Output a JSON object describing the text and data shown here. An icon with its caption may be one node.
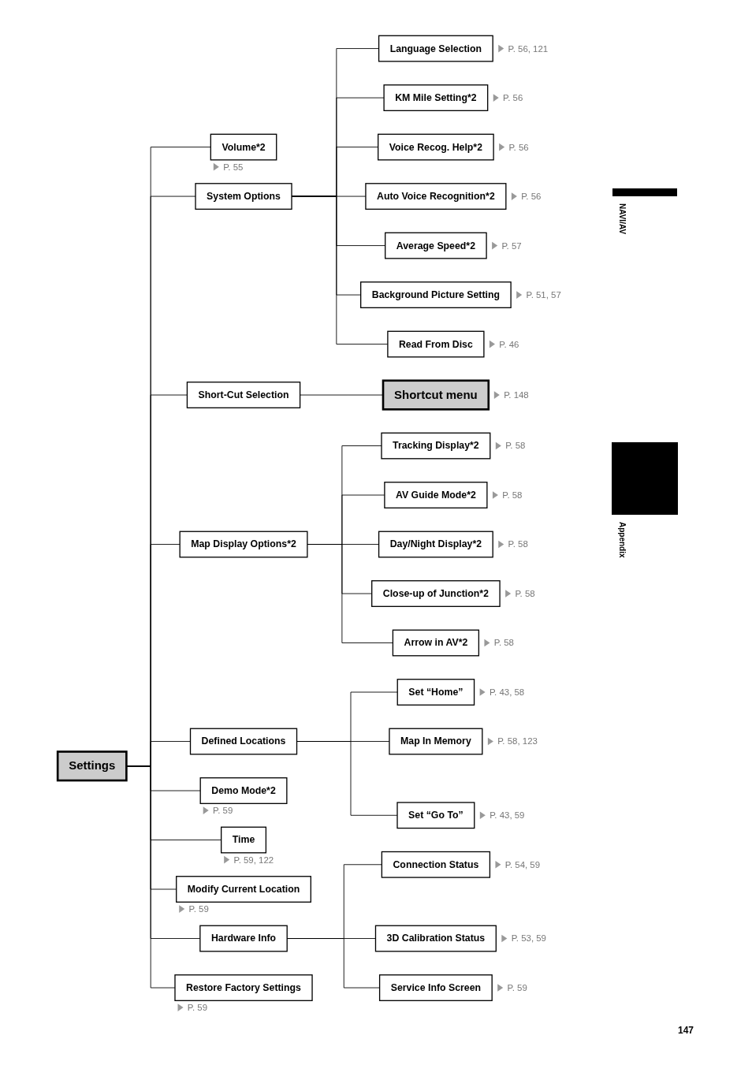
{
  "diagram": {
    "nodes": [
      {
        "text": [
          "Settings"
        ]
      },
      {
        "text": [
          "Volume*2"
        ],
        "beside": [
          "P. 55"
        ]
      },
      {
        "text": [
          "System Options"
        ]
      },
      {
        "text": [
          "Short-Cut Selection"
        ]
      },
      {
        "text": [
          "Map Display Options*2"
        ]
      },
      {
        "text": [
          "Defined Locations"
        ]
      },
      {
        "text": [
          "Demo Mode*2"
        ],
        "beside": [
          "P. 59"
        ]
      },
      {
        "text": [
          "Time"
        ],
        "beside": [
          "P. 59, 122"
        ]
      },
      {
        "text": [
          "Modify Current Location"
        ],
        "beside": [
          "P. 59"
        ]
      },
      {
        "text": [
          "Hardware Info"
        ]
      },
      {
        "text": [
          "Restore Factory Settings"
        ],
        "beside": [
          "P. 59"
        ]
      },
      {
        "text": [
          "Language Selection"
        ],
        "beside": [
          "P. 56, 121"
        ]
      },
      {
        "text": [
          "KM Mile Setting*2"
        ],
        "beside": [
          "P. 56"
        ]
      },
      {
        "text": [
          "Voice Recog. Help*2"
        ],
        "beside": [
          "P. 56"
        ]
      },
      {
        "text": [
          "Auto Voice Recognition*2"
        ],
        "beside": [
          "P. 56"
        ]
      },
      {
        "text": [
          "Average Speed*2"
        ],
        "beside": [
          "P. 57"
        ]
      },
      {
        "text": [
          "Background Picture Setting"
        ],
        "beside": [
          "P. 51, 57"
        ]
      },
      {
        "text": [
          "Read From Disc"
        ],
        "beside": [
          "P. 46"
        ]
      },
      {
        "text": [
          "Shortcut menu"
        ],
        "beside": [
          "P. 148"
        ]
      },
      {
        "text": [
          "Tracking Display*2"
        ],
        "beside": [
          "P. 58"
        ]
      },
      {
        "text": [
          "AV Guide Mode*2"
        ],
        "beside": [
          "P. 58"
        ]
      },
      {
        "text": [
          "Day/Night Display*2"
        ],
        "beside": [
          "P. 58"
        ]
      },
      {
        "text": [
          "Close-up of Junction*2"
        ],
        "beside": [
          "P. 58"
        ]
      },
      {
        "text": [
          "Arrow in AV*2"
        ],
        "beside": [
          "P. 58"
        ]
      },
      {
        "text": [
          "Set “Home”"
        ],
        "beside": [
          "P. 43, 58"
        ]
      },
      {
        "text": [
          "Map In Memory"
        ],
        "beside": [
          "P. 58, 123"
        ]
      },
      {
        "text": [
          "Set “Go To”"
        ],
        "beside": [
          "P. 43, 59"
        ]
      },
      {
        "text": [
          "Connection Status"
        ],
        "beside": [
          "P. 54, 59"
        ]
      },
      {
        "text": [
          "3D Calibration Status"
        ],
        "beside": [
          "P. 53, 59"
        ]
      },
      {
        "text": [
          "Service Info Screen"
        ],
        "beside": [
          "P. 59"
        ]
      }
    ],
    "edges": [
      {
        "from": 0,
        "to": 1,
        "arrow": "none"
      },
      {
        "from": 0,
        "to": 2,
        "arrow": "none"
      },
      {
        "from": 0,
        "to": 3,
        "arrow": "none"
      },
      {
        "from": 0,
        "to": 4,
        "arrow": "none"
      },
      {
        "from": 0,
        "to": 5,
        "arrow": "none"
      },
      {
        "from": 0,
        "to": 6,
        "arrow": "none"
      },
      {
        "from": 0,
        "to": 7,
        "arrow": "none"
      },
      {
        "from": 0,
        "to": 8,
        "arrow": "none"
      },
      {
        "from": 0,
        "to": 9,
        "arrow": "none"
      },
      {
        "from": 0,
        "to": 10,
        "arrow": "none"
      },
      {
        "from": 2,
        "to": 11,
        "arrow": "none"
      },
      {
        "from": 2,
        "to": 12,
        "arrow": "none"
      },
      {
        "from": 2,
        "to": 13,
        "arrow": "none"
      },
      {
        "from": 2,
        "to": 14,
        "arrow": "none"
      },
      {
        "from": 2,
        "to": 15,
        "arrow": "none"
      },
      {
        "from": 2,
        "to": 16,
        "arrow": "none"
      },
      {
        "from": 2,
        "to": 17,
        "arrow": "none"
      },
      {
        "from": 3,
        "to": 18,
        "arrow": "none"
      },
      {
        "from": 4,
        "to": 19,
        "arrow": "none"
      },
      {
        "from": 4,
        "to": 20,
        "arrow": "none"
      },
      {
        "from": 4,
        "to": 21,
        "arrow": "none"
      },
      {
        "from": 4,
        "to": 22,
        "arrow": "none"
      },
      {
        "from": 4,
        "to": 23,
        "arrow": "none"
      },
      {
        "from": 5,
        "to": 24,
        "arrow": "none"
      },
      {
        "from": 5,
        "to": 25,
        "arrow": "none"
      },
      {
        "from": 5,
        "to": 26,
        "arrow": "none"
      },
      {
        "from": 9,
        "to": 27,
        "arrow": "none"
      },
      {
        "from": 9,
        "to": 28,
        "arrow": "none"
      },
      {
        "from": 9,
        "to": 29,
        "arrow": "none"
      }
    ],
    "labels": [
      "NAVI/AV",
      "Appendix",
      "147"
    ]
  }
}
